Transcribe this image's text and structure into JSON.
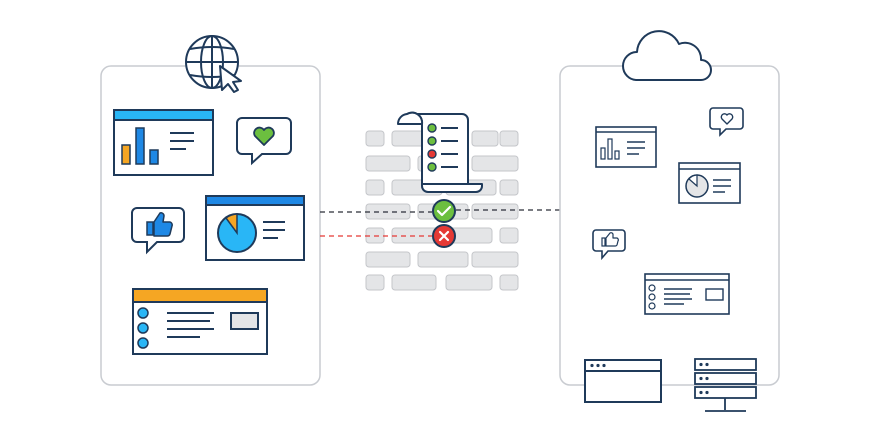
{
  "colors": {
    "outline": "#1f3a5a",
    "panel_border": "#c9ccd1",
    "brick": "#e4e5e7",
    "brick_border": "#c4c6ca",
    "accent_blue": "#1e88e5",
    "accent_cyan": "#29b6f6",
    "accent_orange": "#f5a623",
    "accent_green": "#6cbf3f",
    "accent_red": "#e53935",
    "arrow_dark": "#2a2f38",
    "arrow_red": "#e53935"
  },
  "icons": {
    "globe": "globe-cursor-icon",
    "cloud": "cloud-icon",
    "policy": "checklist-scroll-icon",
    "allow": "check-circle-icon",
    "deny": "x-circle-icon",
    "like": "thumbs-up-icon",
    "heart": "heart-icon",
    "server": "server-rack-icon",
    "browser": "browser-window-icon"
  },
  "flows": [
    {
      "name": "allowed-request",
      "result": "allowed",
      "reaches_destination": true
    },
    {
      "name": "blocked-request",
      "result": "blocked",
      "reaches_destination": false
    }
  ],
  "sources": {
    "widgets": [
      "bar-chart-window",
      "heart-chat",
      "thumbs-up-chat",
      "pie-chart-window",
      "list-window"
    ]
  },
  "destination": {
    "widgets": [
      "bar-chart-window",
      "heart-chat",
      "pie-chart-window",
      "thumbs-up-chat",
      "list-window",
      "browser-window",
      "server-rack"
    ]
  }
}
